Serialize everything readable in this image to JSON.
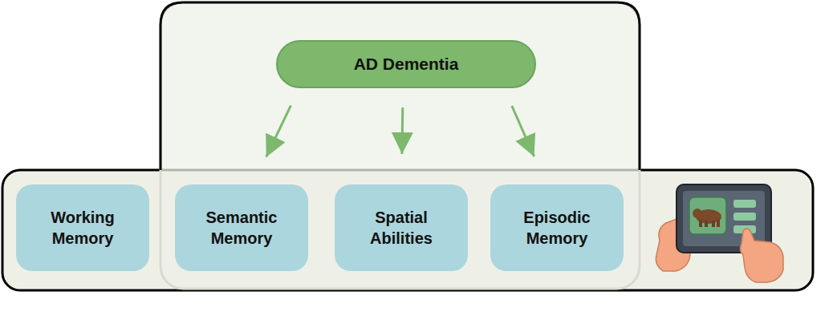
{
  "diagram": {
    "nodes": [
      {
        "text": [
          "AD Dementia"
        ]
      },
      {
        "text": [
          "Working Memory"
        ]
      },
      {
        "text": [
          "Semantic Memory"
        ]
      },
      {
        "text": [
          "Spatial Abilities"
        ]
      },
      {
        "text": [
          "Episodic Memory"
        ]
      }
    ],
    "edges": [
      {
        "from": 0,
        "to": 2,
        "arrow": "to"
      },
      {
        "from": 0,
        "to": 3,
        "arrow": "to"
      },
      {
        "from": 0,
        "to": 4,
        "arrow": "to"
      }
    ]
  }
}
